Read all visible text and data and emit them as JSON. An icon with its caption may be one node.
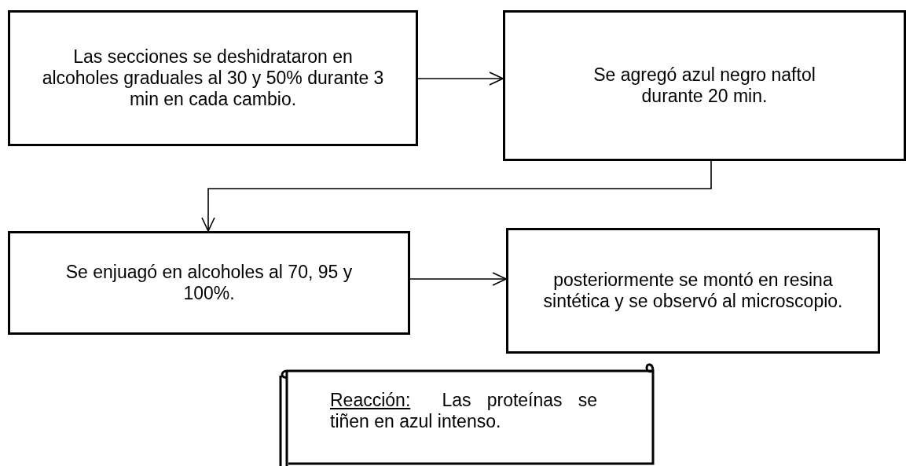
{
  "diagram": {
    "nodes": [
      {
        "text": [
          "Las secciones se deshidrataron en alcoholes graduales al 30 y 50% durante 3 min en cada cambio."
        ]
      },
      {
        "text": [
          "Se agregó azul negro naftol durante 20 min."
        ]
      },
      {
        "text": [
          "Se enjuagó en alcoholes al 70, 95 y 100%."
        ]
      },
      {
        "text": [
          "posteriormente se montó en resina sintética y se observó al microscopio."
        ]
      },
      {
        "text": [
          "Reacción:",
          "Las proteínas se tiñen en azul intenso."
        ]
      }
    ],
    "edges": [
      {
        "from": 0,
        "to": 1,
        "arrow": "to"
      },
      {
        "from": 1,
        "to": 2,
        "arrow": "to"
      },
      {
        "from": 2,
        "to": 3,
        "arrow": "to"
      }
    ]
  }
}
